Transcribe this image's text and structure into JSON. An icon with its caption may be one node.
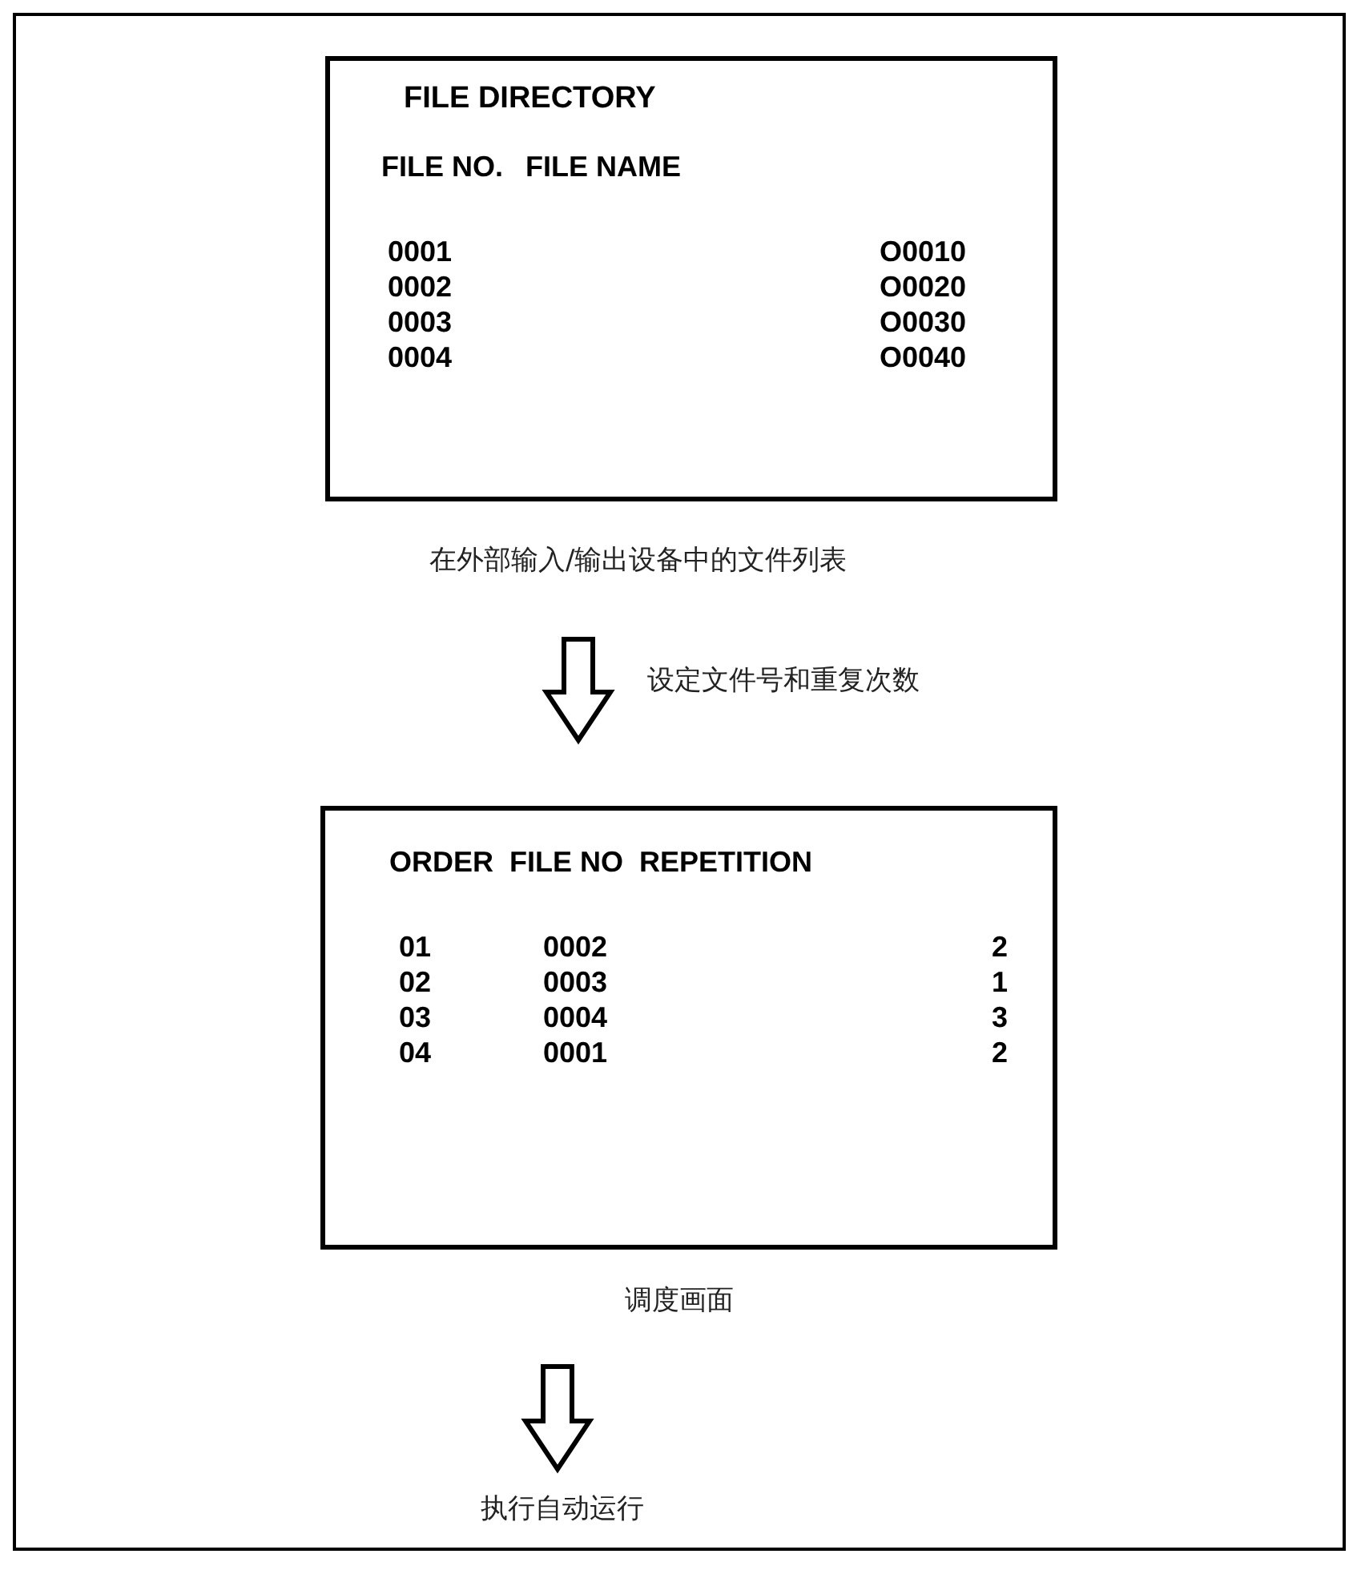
{
  "diagram": {
    "nodes": [
      {
        "text": [
          "FILE DIRECTORY",
          "FILE NO.",
          "FILE NAME",
          "0001",
          "O0010",
          "0002",
          "O0020",
          "0003",
          "O0030",
          "0004",
          "O0040"
        ],
        "beside": [
          "在外部输入/输出设备中的文件列表"
        ]
      },
      {
        "text": [
          "ORDER",
          "FILE NO",
          "REPETITION",
          "01",
          "0002",
          "2",
          "02",
          "0003",
          "1",
          "03",
          "0004",
          "3",
          "04",
          "0001",
          "2"
        ],
        "beside": [
          "调度画面"
        ]
      },
      {
        "text": [
          "执行自动运行"
        ]
      }
    ],
    "edges": [
      {
        "from": 0,
        "to": 1,
        "arrow": "to",
        "label": "设定文件号和重复次数"
      },
      {
        "from": 1,
        "to": 2,
        "arrow": "to"
      }
    ]
  }
}
